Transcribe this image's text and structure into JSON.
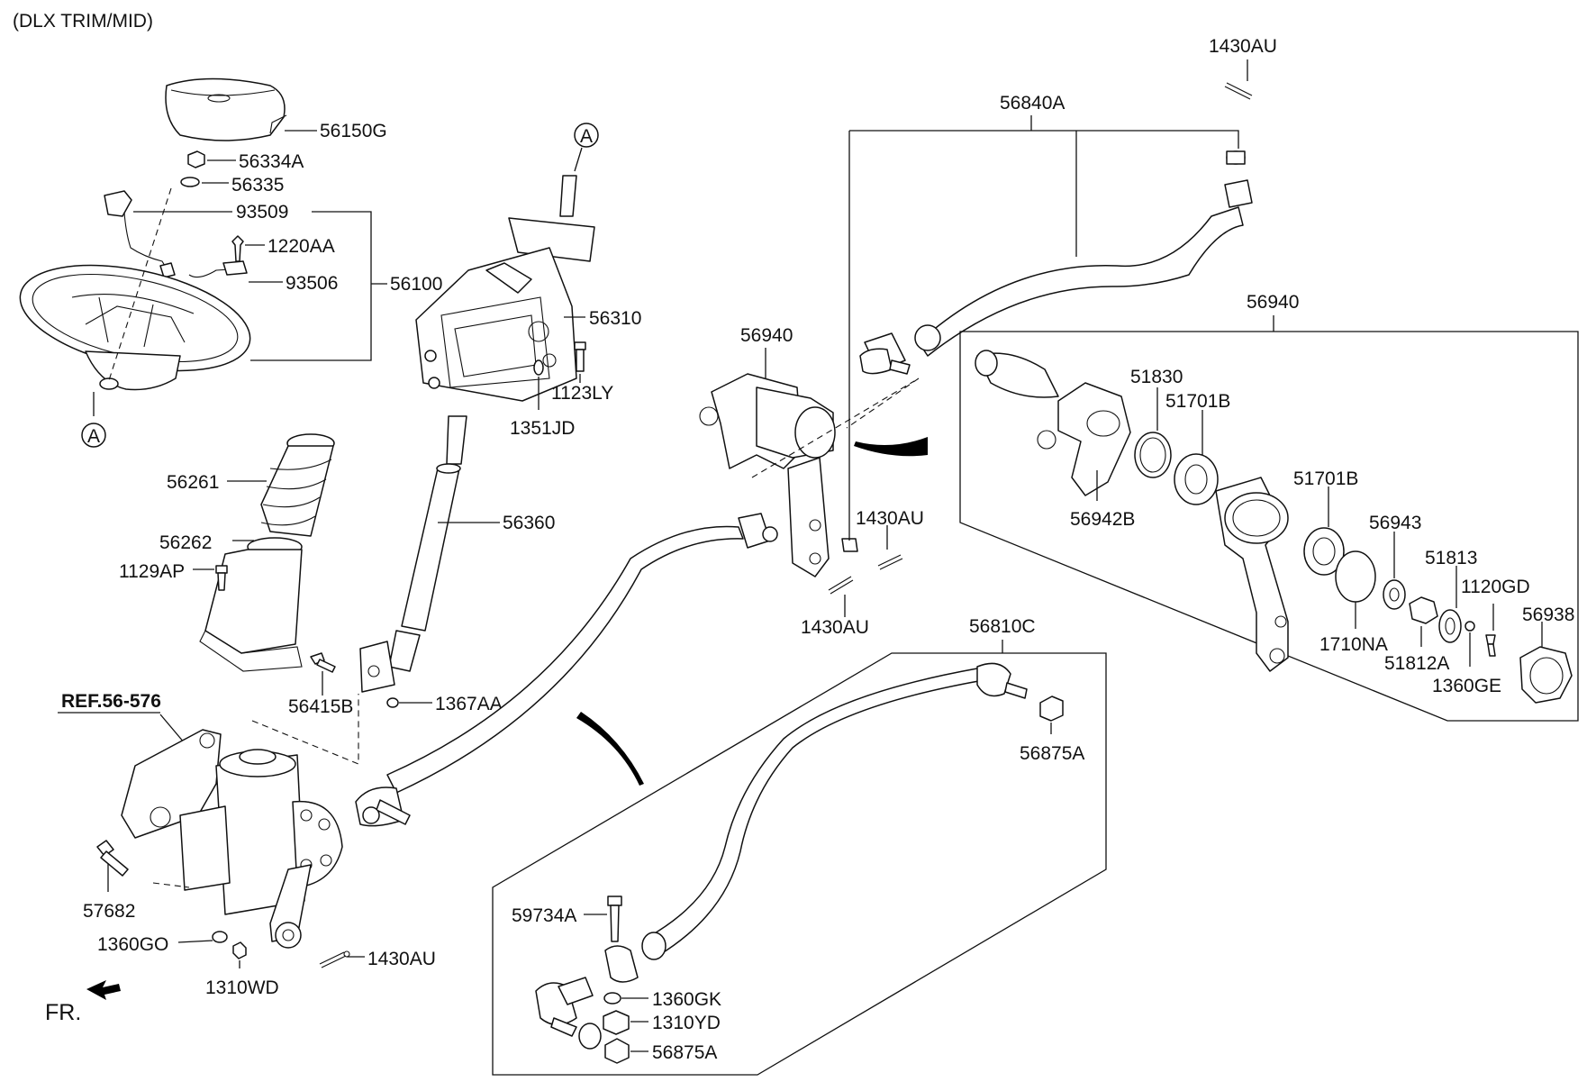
{
  "header": {
    "trim_note": "(DLX TRIM/MID)"
  },
  "reference": {
    "label": "REF.56-576"
  },
  "front_marker": {
    "label": "FR."
  },
  "connector_markers": {
    "a_top": "A",
    "a_bottom": "A"
  },
  "parts": {
    "p56150G": "56150G",
    "p56334A": "56334A",
    "p56335": "56335",
    "p93509": "93509",
    "p1220AA": "1220AA",
    "p93506": "93506",
    "p56100": "56100",
    "p56310": "56310",
    "p1123LY": "1123LY",
    "p1351JD": "1351JD",
    "p56261": "56261",
    "p56262": "56262",
    "p1129AP": "1129AP",
    "p56360": "56360",
    "p56415B": "56415B",
    "p1367AA": "1367AA",
    "p57682": "57682",
    "p1360GO": "1360GO",
    "p1310WD": "1310WD",
    "p1430AU_gear": "1430AU",
    "p56940_arm": "56940",
    "p1430AU_arm_right": "1430AU",
    "p1430AU_arm_bottom": "1430AU",
    "p56840A": "56840A",
    "p1430AU_top": "1430AU",
    "p56940_box": "56940",
    "p51830": "51830",
    "p51701B_a": "51701B",
    "p51701B_b": "51701B",
    "p56942B": "56942B",
    "p56943": "56943",
    "p51813": "51813",
    "p1120GD": "1120GD",
    "p56938": "56938",
    "p1710NA": "1710NA",
    "p51812A": "51812A",
    "p1360GE": "1360GE",
    "p56810C": "56810C",
    "p56875A_a": "56875A",
    "p59734A": "59734A",
    "p1360GK": "1360GK",
    "p1310YD": "1310YD",
    "p56875A_b": "56875A"
  }
}
